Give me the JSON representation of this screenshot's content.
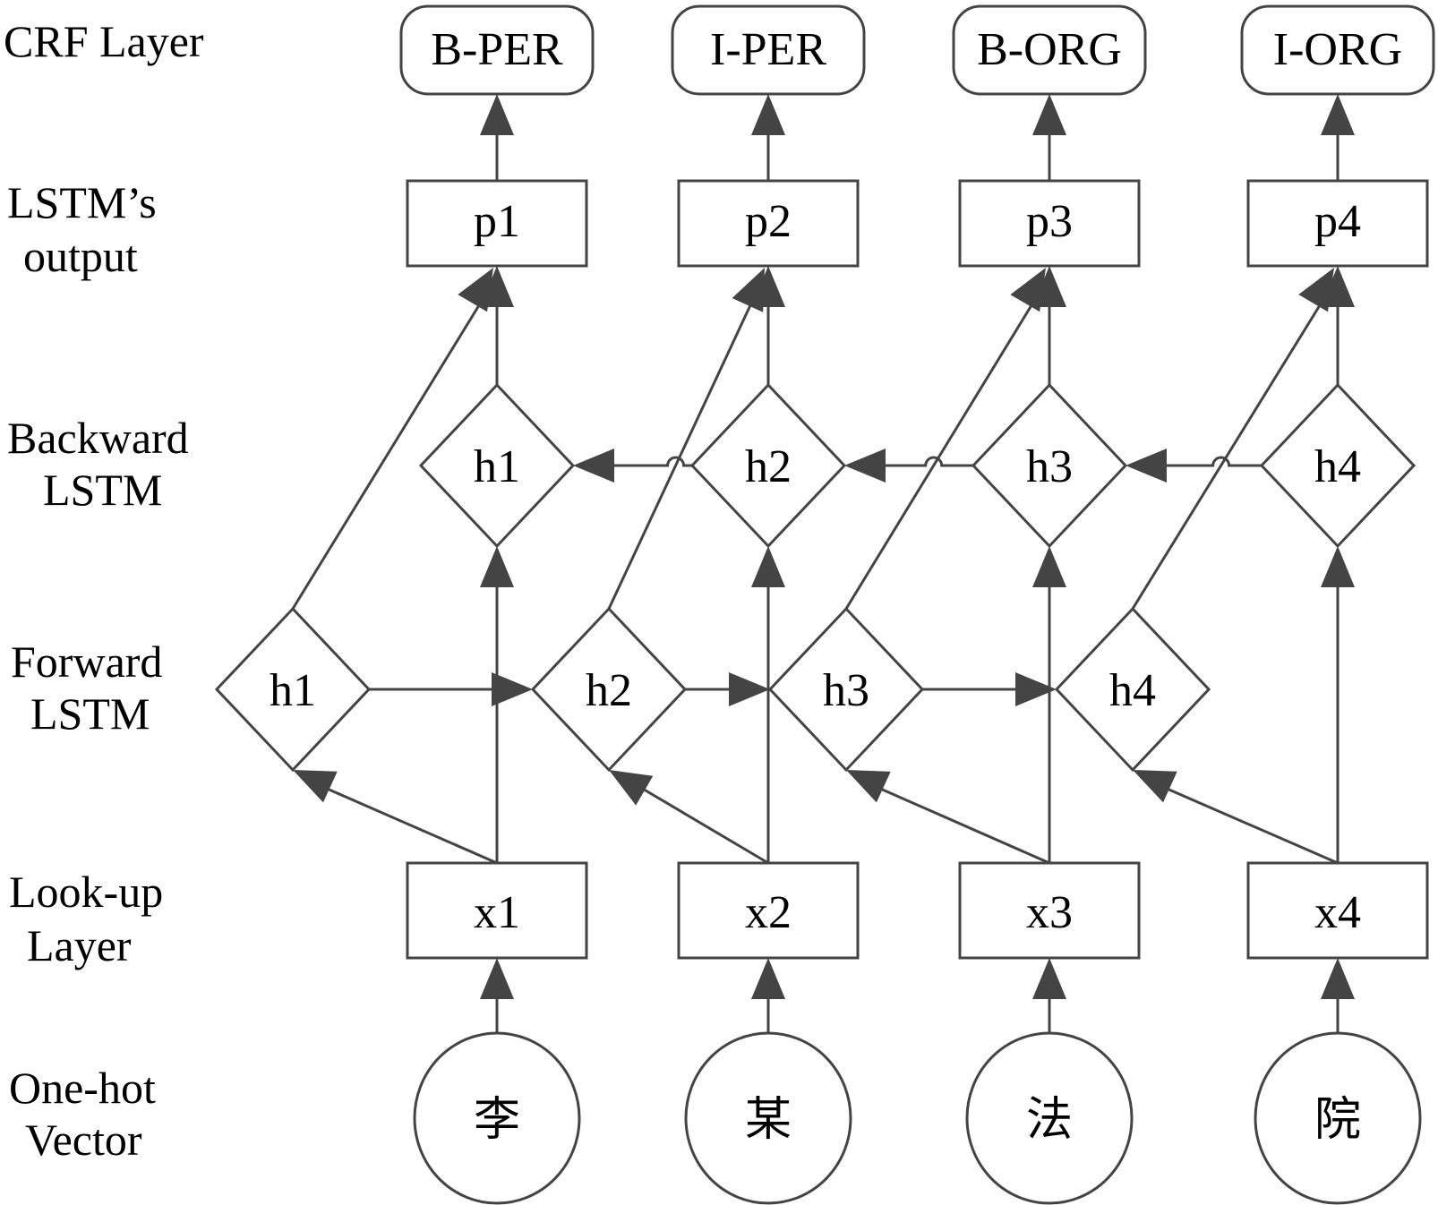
{
  "row_labels": {
    "crf": [
      "CRF Layer"
    ],
    "lstm_output": [
      "LSTM’s",
      "output"
    ],
    "backward": [
      "Backward",
      "LSTM"
    ],
    "forward": [
      "Forward",
      "LSTM"
    ],
    "lookup": [
      "Look-up",
      "Layer"
    ],
    "onehot": [
      "One-hot",
      "Vector"
    ]
  },
  "columns": [
    {
      "tag": "B-PER",
      "output": "p1",
      "backward": "h1",
      "forward": "h1",
      "lookup": "x1",
      "char": "李"
    },
    {
      "tag": "I-PER",
      "output": "p2",
      "backward": "h2",
      "forward": "h2",
      "lookup": "x2",
      "char": "某"
    },
    {
      "tag": "B-ORG",
      "output": "p3",
      "backward": "h3",
      "forward": "h3",
      "lookup": "x3",
      "char": "法"
    },
    {
      "tag": "I-ORG",
      "output": "p4",
      "backward": "h4",
      "forward": "h4",
      "lookup": "x4",
      "char": "院"
    }
  ],
  "colors": {
    "stroke": "#444444",
    "text": "#000000",
    "background": "#ffffff"
  }
}
